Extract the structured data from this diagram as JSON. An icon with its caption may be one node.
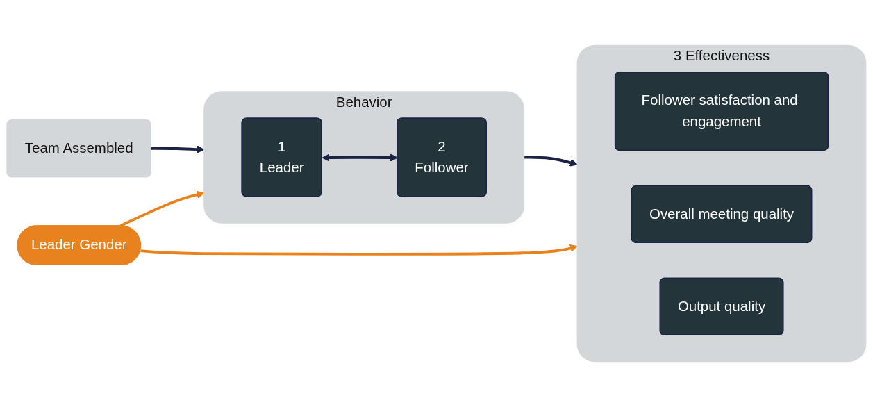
{
  "diagram": {
    "nodes": [
      {
        "text": [
          "Team Assembled"
        ]
      },
      {
        "text": [
          "Behavior"
        ]
      },
      {
        "text": [
          "1",
          "Leader"
        ],
        "in": 1
      },
      {
        "text": [
          "2",
          "Follower"
        ],
        "in": 1
      },
      {
        "text": [
          "Leader Gender"
        ]
      },
      {
        "text": [
          "3",
          "Effectiveness"
        ]
      },
      {
        "text": [
          "Follower satisfaction and engagement"
        ],
        "in": 5
      },
      {
        "text": [
          "Overall meeting quality"
        ],
        "in": 5
      },
      {
        "text": [
          "Output quality"
        ],
        "in": 5
      }
    ],
    "edges": [
      {
        "from": 0,
        "to": 1,
        "arrow": "to"
      },
      {
        "from": 2,
        "to": 3,
        "arrow": "both"
      },
      {
        "from": 1,
        "to": 5,
        "arrow": "to"
      },
      {
        "from": 4,
        "to": 1,
        "arrow": "to",
        "color": "#e8821e"
      },
      {
        "from": 4,
        "to": 5,
        "arrow": "to",
        "color": "#e8821e"
      }
    ]
  }
}
